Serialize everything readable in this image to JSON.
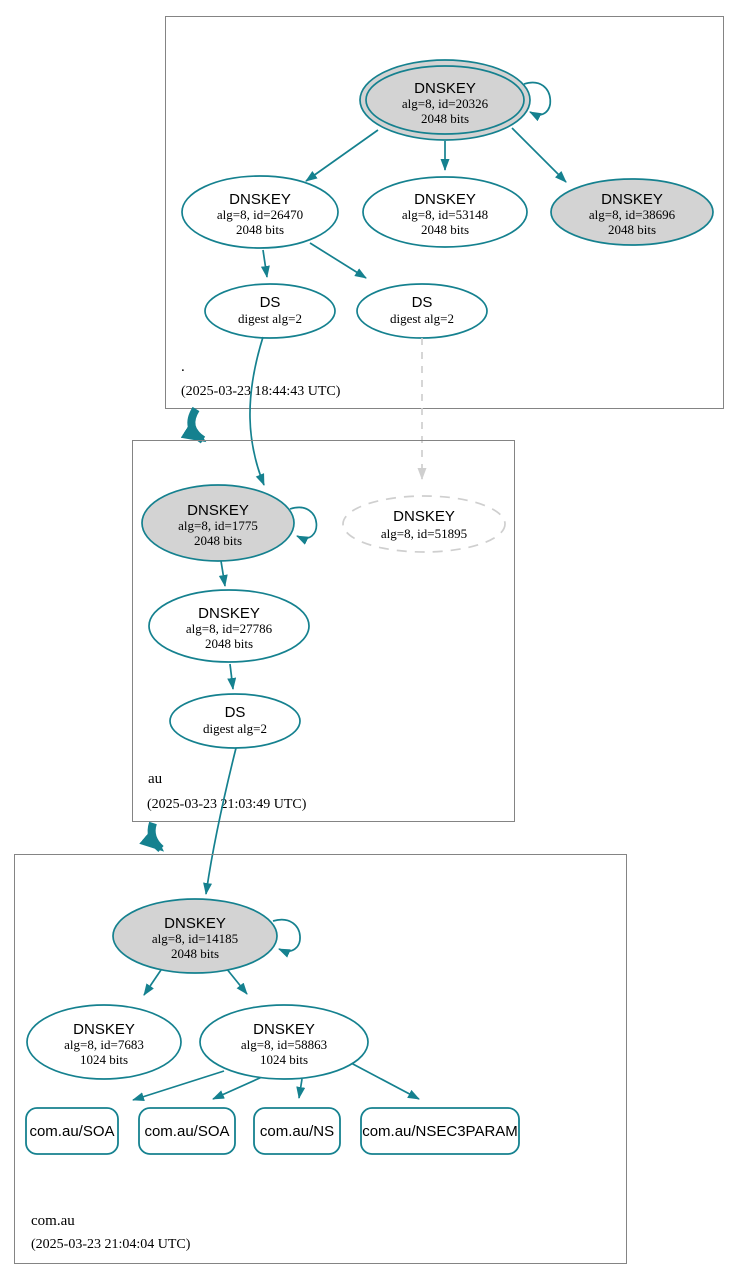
{
  "diagram": {
    "kind": "dnssec-authentication-chain",
    "zones": [
      {
        "name": ".",
        "timestamp": "(2025-03-23 18:44:43 UTC)",
        "nodes": {
          "ksk": {
            "title": "DNSKEY",
            "detail": "alg=8, id=20326",
            "bits": "2048 bits"
          },
          "zsk1": {
            "title": "DNSKEY",
            "detail": "alg=8, id=26470",
            "bits": "2048 bits"
          },
          "zsk2": {
            "title": "DNSKEY",
            "detail": "alg=8, id=53148",
            "bits": "2048 bits"
          },
          "standby": {
            "title": "DNSKEY",
            "detail": "alg=8, id=38696",
            "bits": "2048 bits"
          },
          "ds1": {
            "title": "DS",
            "detail": "digest alg=2"
          },
          "ds2": {
            "title": "DS",
            "detail": "digest alg=2"
          }
        }
      },
      {
        "name": "au",
        "timestamp": "(2025-03-23 21:03:49 UTC)",
        "nodes": {
          "ksk": {
            "title": "DNSKEY",
            "detail": "alg=8, id=1775",
            "bits": "2048 bits"
          },
          "missing": {
            "title": "DNSKEY",
            "detail": "alg=8, id=51895"
          },
          "zsk": {
            "title": "DNSKEY",
            "detail": "alg=8, id=27786",
            "bits": "2048 bits"
          },
          "ds": {
            "title": "DS",
            "detail": "digest alg=2"
          }
        }
      },
      {
        "name": "com.au",
        "timestamp": "(2025-03-23 21:04:04 UTC)",
        "nodes": {
          "ksk": {
            "title": "DNSKEY",
            "detail": "alg=8, id=14185",
            "bits": "2048 bits"
          },
          "zsk1": {
            "title": "DNSKEY",
            "detail": "alg=8, id=7683",
            "bits": "1024 bits"
          },
          "zsk2": {
            "title": "DNSKEY",
            "detail": "alg=8, id=58863",
            "bits": "1024 bits"
          },
          "records": [
            {
              "label": "com.au/SOA"
            },
            {
              "label": "com.au/SOA"
            },
            {
              "label": "com.au/NS"
            },
            {
              "label": "com.au/NSEC3PARAM"
            }
          ]
        }
      }
    ],
    "colors": {
      "secure_teal": "#15818f",
      "node_fill_gray": "#d3d3d3",
      "zone_border_gray": "#848484",
      "insecure_dash_gray": "#cfcfcf",
      "text": "#000000",
      "background": "#ffffff"
    }
  }
}
